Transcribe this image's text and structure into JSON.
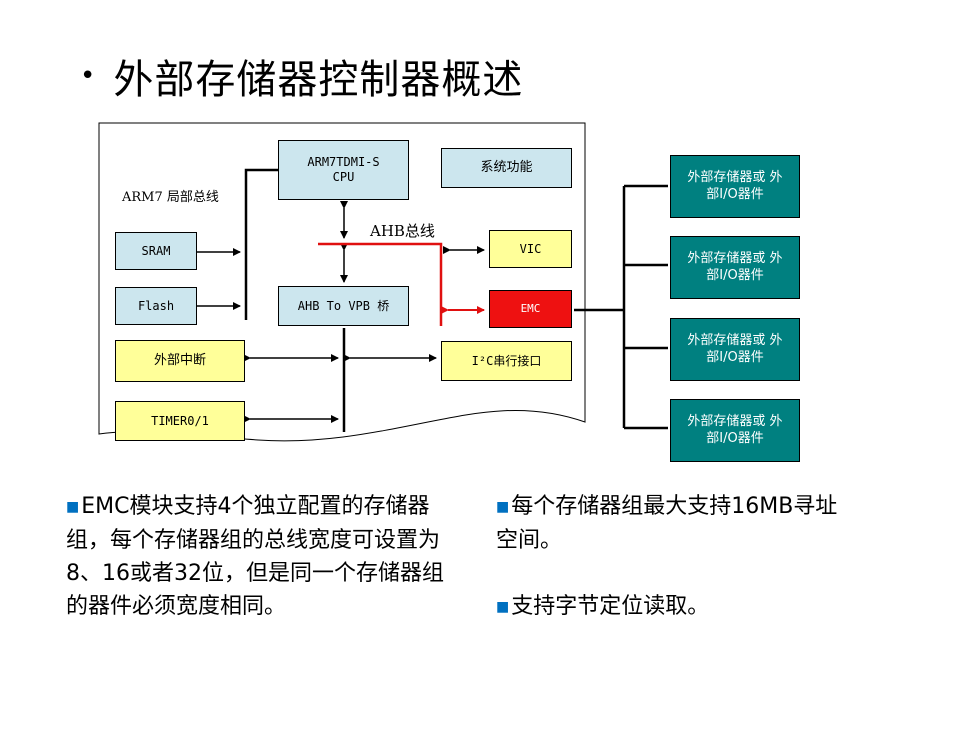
{
  "title": "外部存储器控制器概述",
  "title_bullet": "•",
  "diagram": {
    "cpu": "ARM7TDMI-S CPU",
    "sys": "系统功能",
    "bus_local": "ARM7 局部总线",
    "bus_ahb": "AHB总线",
    "sram": "SRAM",
    "flash": "Flash",
    "bridge": "AHB To VPB 桥",
    "vic": "VIC",
    "emc": "EMC",
    "ext_int": "外部中断",
    "i2c": "I²C串行接口",
    "timer": "TIMER0/1",
    "ext_dev": [
      "外部存储器或 外部I/O器件",
      "外部存储器或 外部I/O器件",
      "外部存储器或 外部I/O器件",
      "外部存储器或 外部I/O器件"
    ]
  },
  "paragraphs": {
    "left": "EMC模块支持4个独立配置的存储器组，每个存储器组的总线宽度可设置为8、16或者32位，但是同一个存储器组的器件必须宽度相同。",
    "right1": "每个存储器组最大支持16MB寻址空间。",
    "right2": "支持字节定位读取。"
  },
  "colors": {
    "accent_bullet": "#0070c0",
    "ahb_bus": "#e01010",
    "emc": "#ee1111",
    "teal": "#008080",
    "blue_box": "#cce6ee",
    "yellow_box": "#ffff99"
  }
}
